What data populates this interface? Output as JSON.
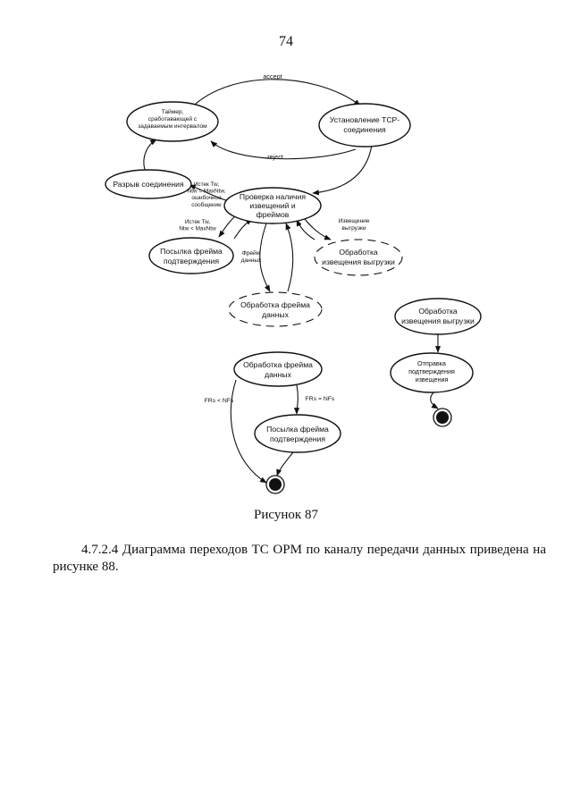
{
  "page_number": "74",
  "figure": {
    "states": {
      "timer": [
        "Таймер,",
        "сработавающей с",
        "задаваемым интервалом"
      ],
      "tcp_setup": [
        "Установление ТСР-",
        "соединения"
      ],
      "disconnect": [
        "Разрыв соединения"
      ],
      "check": [
        "Проверка наличия",
        "извещений и",
        "фреймов"
      ],
      "send_confirm": [
        "Посылка фрейма",
        "подтверждения"
      ],
      "upload_notice_left": [
        "Обработка",
        "извещения выгрузки"
      ],
      "data_frame": [
        "Обработка фрейма",
        "данных"
      ],
      "upload_notice_right": [
        "Обработка",
        "извещения выгрузки"
      ],
      "send_upload_confirm": [
        "Отправка",
        "подтверждения",
        "извещения"
      ],
      "data_frame_2": [
        "Обработка фрейма",
        "данных"
      ],
      "send_confirm_2": [
        "Посылка фрейма",
        "подтверждения"
      ]
    },
    "transitions": {
      "accept": [
        "accept"
      ],
      "reject": [
        "reject"
      ],
      "tw_expired_max": [
        "Истек Tw,",
        "Ntw = MaxNtw,",
        "ошибочное",
        "сообщение"
      ],
      "tw_expired_less": [
        "Истек Tw,",
        "Ntw < MaxNtw"
      ],
      "upload_notice": [
        "Извещение",
        "выгрузки"
      ],
      "data_frame": [
        "Фрейм",
        "данных"
      ],
      "frs_less": [
        "FRs < NFs"
      ],
      "frs_equal": [
        "FRs = NFs"
      ]
    }
  },
  "caption": "Рисунок 87",
  "paragraph": "4.7.2.4 Диаграмма переходов ТС ОРМ по каналу передачи данных приведена на рисунке 88."
}
